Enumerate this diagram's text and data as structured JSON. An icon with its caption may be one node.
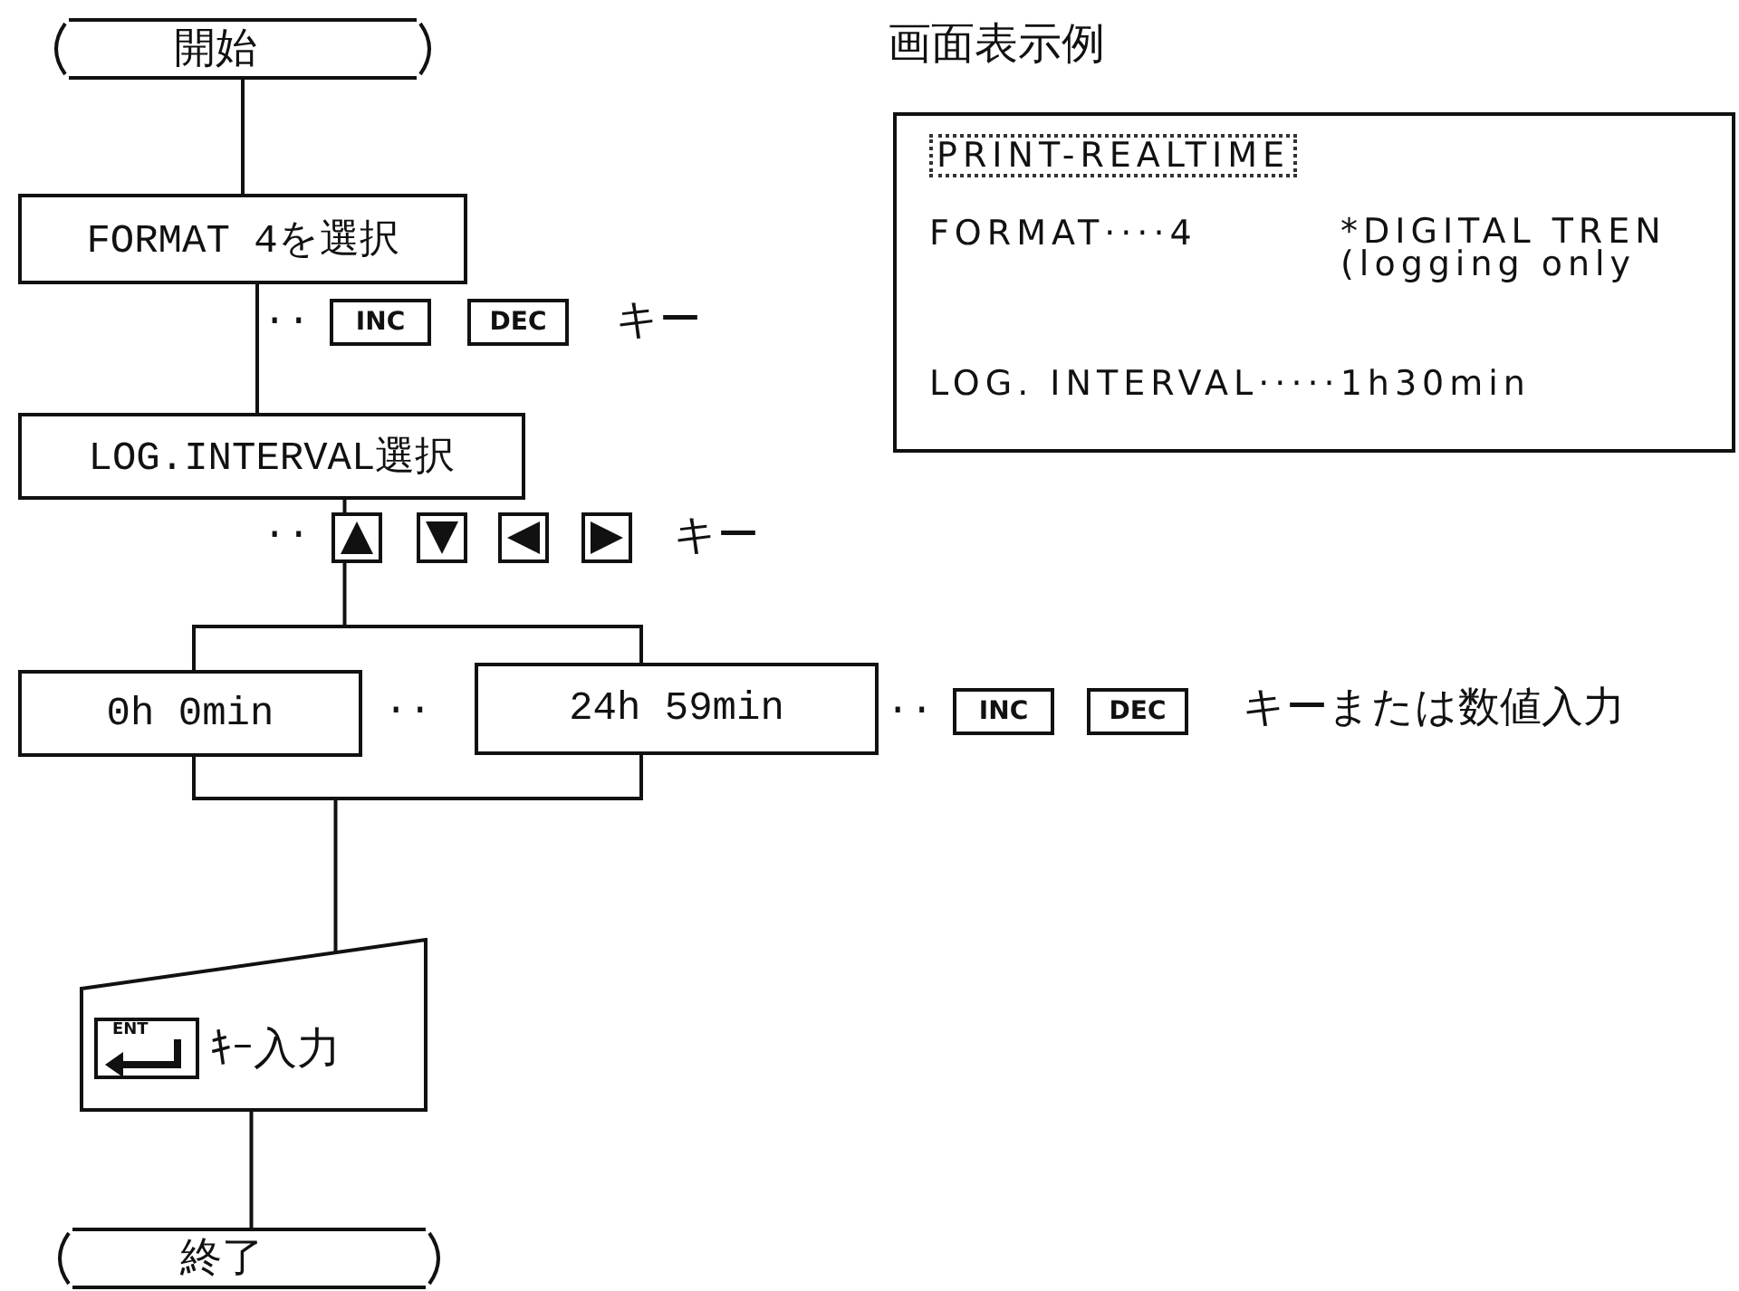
{
  "diagram": {
    "nodes": [
      {
        "text": [
          "開始"
        ]
      },
      {
        "text": [
          "FORMAT 4を選択"
        ]
      },
      {
        "text": [
          "LOG.INTERVAL選択"
        ]
      },
      {
        "text": [],
        "shape": "box"
      },
      {
        "text": [
          "0h 0min"
        ]
      },
      {
        "text": [
          "24h 59min"
        ]
      },
      {
        "text": [
          "ENT",
          "ｷｰ入力"
        ]
      },
      {
        "text": [
          "終了"
        ]
      },
      {
        "text": [
          "画面表示例",
          "PRINT-REALTIME",
          "FORMAT····4",
          "*DIGITAL TREN (logging only",
          "LOG. INTERVAL·····1h30min"
        ]
      }
    ],
    "edges": [
      {
        "from": 0,
        "to": 1,
        "arrow": "none"
      },
      {
        "from": 1,
        "to": 2,
        "arrow": "none"
      },
      {
        "from": 2,
        "to": 3,
        "arrow": "none"
      },
      {
        "from": 3,
        "to": 6,
        "arrow": "none"
      },
      {
        "from": 6,
        "to": 7,
        "arrow": "none"
      }
    ],
    "labels": [
      "··",
      "INC",
      "DEC",
      "キー",
      "··",
      "キー",
      "··",
      "··",
      "INC",
      "DEC",
      "キーまたは数値入力"
    ]
  }
}
